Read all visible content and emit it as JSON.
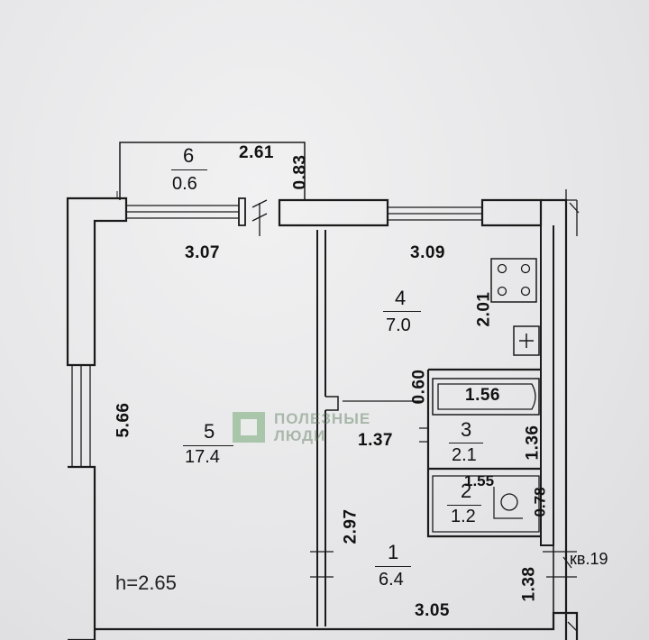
{
  "plan": {
    "ceiling_height": "h=2.65",
    "flat_label": "кв.19",
    "rooms": [
      {
        "number": "1",
        "area": "6.4"
      },
      {
        "number": "2",
        "area": "1.2"
      },
      {
        "number": "3",
        "area": "2.1"
      },
      {
        "number": "4",
        "area": "7.0"
      },
      {
        "number": "5",
        "area": "17.4"
      },
      {
        "number": "6",
        "area": "0.6"
      }
    ],
    "dimensions": {
      "balcony_width": "2.61",
      "balcony_depth": "0.83",
      "room5_width": "3.07",
      "room4_width": "3.09",
      "room4_depth": "2.01",
      "room5_depth": "5.66",
      "bath_width": "1.56",
      "bath_depth": "1.36",
      "bath_offset": "0.60",
      "corridor_width": "1.37",
      "wc_width": "1.55",
      "wc_depth": "0.78",
      "hall_depth": "2.97",
      "hall_width": "3.05",
      "entry_depth": "1.38"
    }
  },
  "watermark": {
    "line1": "ПОЛЕЗНЫЕ",
    "line2": "ЛЮДИ"
  },
  "colors": {
    "line": "#1a1a1a",
    "paper": "#e9e9ea"
  }
}
